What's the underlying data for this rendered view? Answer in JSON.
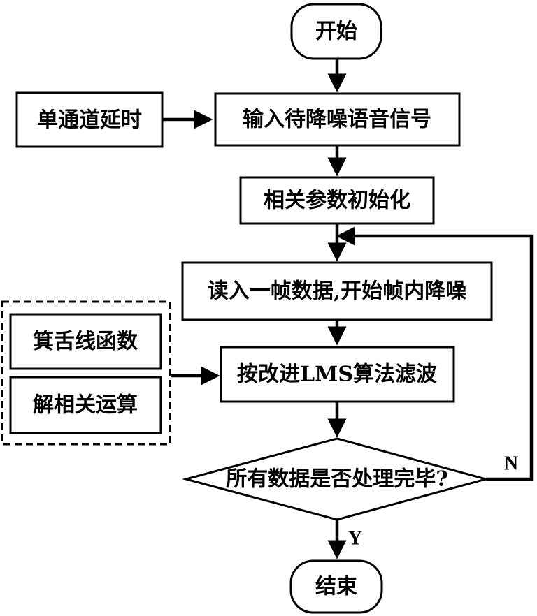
{
  "nodes": {
    "start": "开始",
    "single_channel_delay": "单通道延时",
    "input_signal": "输入待降噪语音信号",
    "init_params": "相关参数初始化",
    "read_frame": "读入一帧数据,开始帧内降噪",
    "tongue_function": "箕舌线函数",
    "decorrelation": "解相关运算",
    "lms_filter": "按改进LMS算法滤波",
    "all_processed": "所有数据是否处理完毕?",
    "end": "结束"
  },
  "edges": {
    "no": "N",
    "yes": "Y"
  }
}
